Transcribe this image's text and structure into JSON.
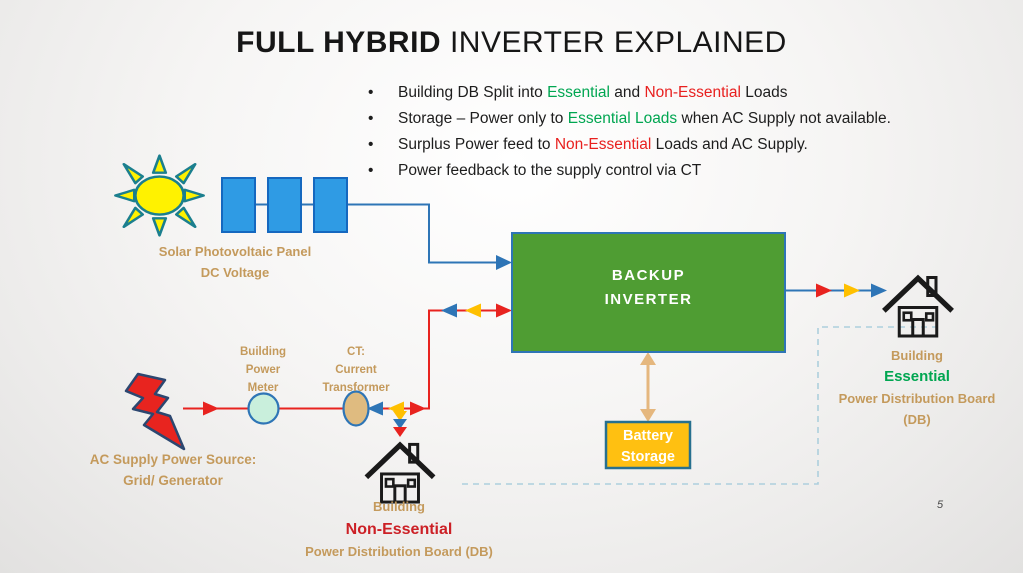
{
  "title": {
    "bold": "FULL HYBRID",
    "rest": " INVERTER EXPLAINED"
  },
  "bullets": {
    "b1": {
      "t1": "Building DB Split into ",
      "g": "Essential",
      "t2": " and ",
      "r": "Non-Essential",
      "t3": " Loads"
    },
    "b2": {
      "t1": "Storage – Power only to ",
      "g": "Essential Loads",
      "t2": " when AC Supply not available."
    },
    "b3": {
      "t1": "Surplus Power feed to ",
      "r": "Non-Essential",
      "t2": " Loads and AC Supply."
    },
    "b4": {
      "t1": "Power feedback to the supply control via CT"
    },
    "marker": "•"
  },
  "labels": {
    "solar": {
      "line1": "Solar Photovoltaic Panel",
      "line2": "DC Voltage"
    },
    "inverter": {
      "line1": "BACKUP",
      "line2": "INVERTER"
    },
    "battery": {
      "line1": "Battery",
      "line2": "Storage"
    },
    "meter": {
      "line1": "Building",
      "line2": "Power",
      "line3": "Meter"
    },
    "ct": {
      "line1": "CT:",
      "line2": "Current",
      "line3": "Transformer"
    },
    "ac_supply": {
      "line1": "AC Supply Power Source:",
      "line2": "Grid/ Generator"
    },
    "essential": {
      "line1": "Building",
      "line2": "Essential",
      "line3": "Power Distribution Board",
      "line4": "(DB)"
    },
    "nonessential": {
      "line1": "Building",
      "line2": "Non-Essential",
      "line3": "Power Distribution Board (DB)"
    },
    "page_number": "5"
  },
  "icons": {
    "sun": "sun-icon",
    "solar_panels": "solar-panel-array",
    "lightning": "lightning-bolt-icon",
    "house_essential": "house-essential-icon",
    "house_nonessential": "house-non-essential-icon",
    "meter": "power-meter-circle",
    "ct": "ct-ellipse"
  },
  "colors": {
    "essential_green": "#00a651",
    "nonessential_red": "#e8201f",
    "nonessential_label_red": "#cc2026",
    "tan_label": "#c49a5c",
    "inverter_green": "#4f9d33",
    "battery_yellow": "#ffc011",
    "panel_blue": "#2f9be4",
    "line_blue": "#2e75b6",
    "line_red": "#e8231f",
    "arrow_yellow": "#ffc000",
    "tan_arrow": "#e5b77e",
    "dashed_teal": "#adcfdd",
    "sun_yellow": "#fff200",
    "sun_outline": "#1b7f8e",
    "meter_fill": "#c9efdc",
    "ct_fill": "#dfbb80"
  }
}
